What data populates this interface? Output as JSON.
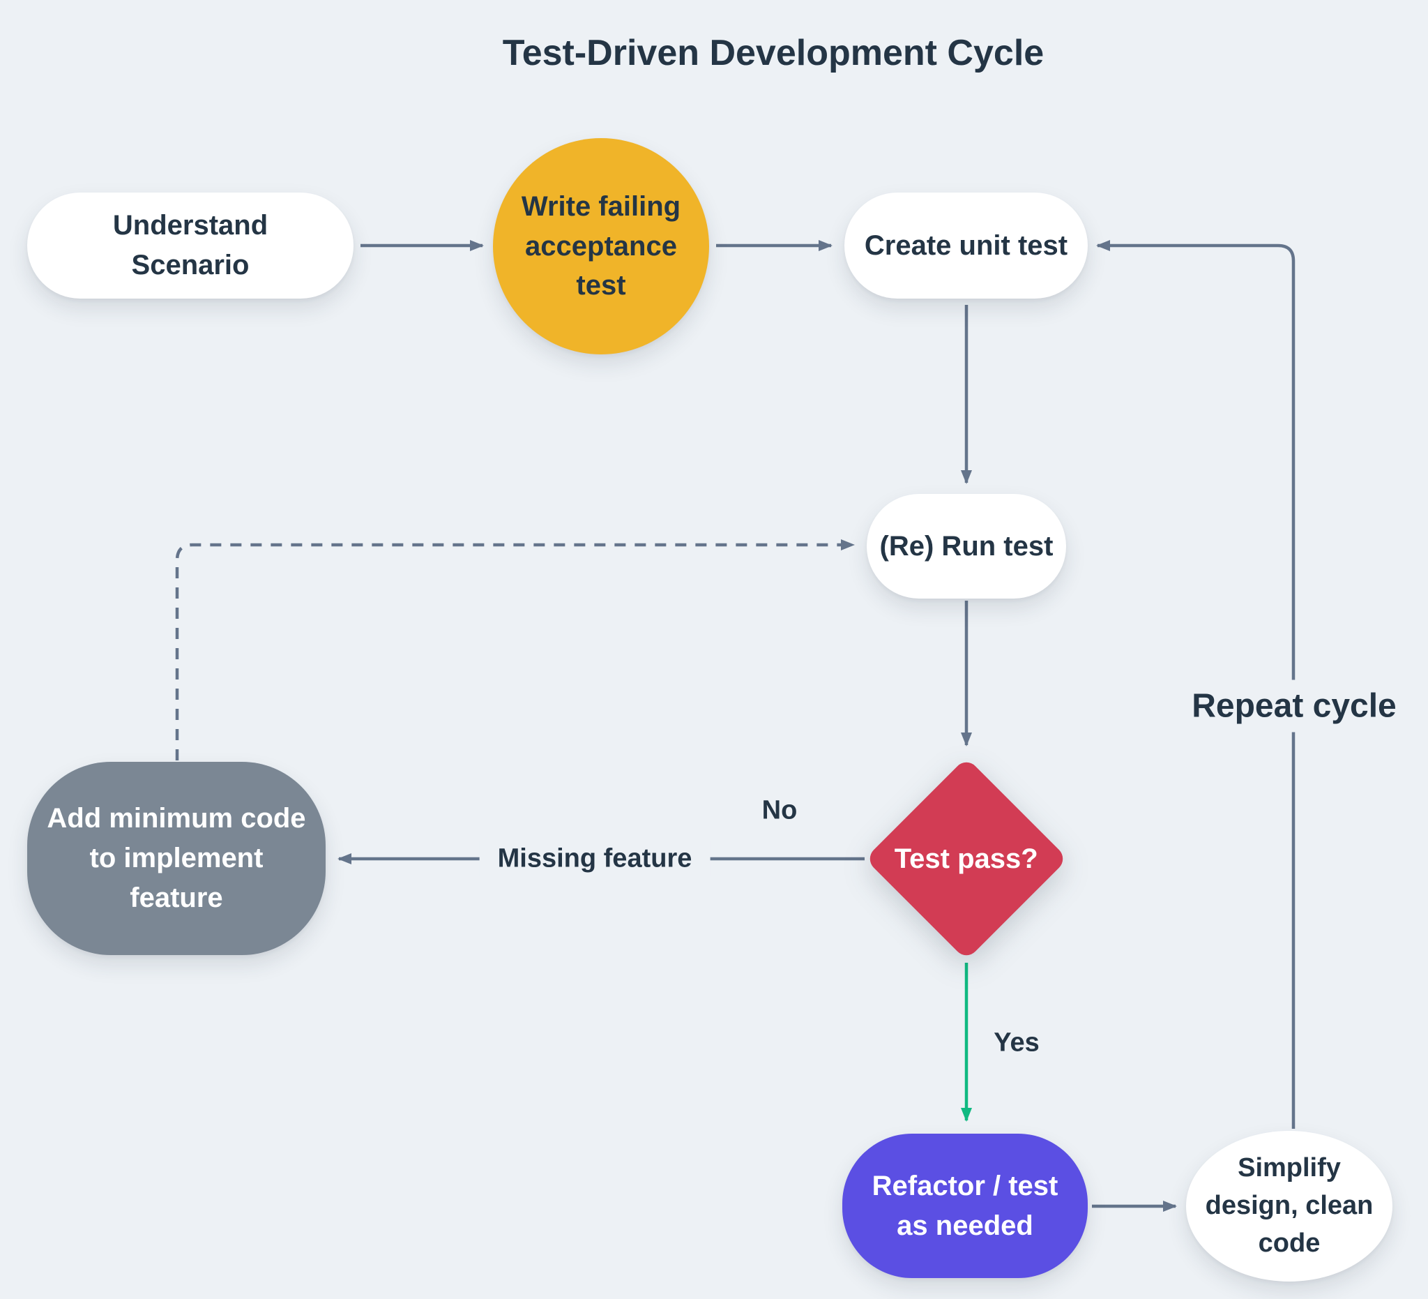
{
  "title": "Test-Driven Development Cycle",
  "nodes": {
    "understand_scenario": {
      "label": "Understand\nScenario",
      "fill": "#ffffff"
    },
    "write_failing_acceptance_test": {
      "label": "Write failing\nacceptance\ntest",
      "fill": "#f0b429"
    },
    "create_unit_test": {
      "label": "Create unit test",
      "fill": "#ffffff"
    },
    "rerun_test": {
      "label": "(Re) Run test",
      "fill": "#ffffff"
    },
    "test_pass": {
      "label": "Test pass?",
      "fill": "#d23c54"
    },
    "add_minimum_code": {
      "label": "Add minimum code\nto implement\nfeature",
      "fill": "#7b8794"
    },
    "refactor_test": {
      "label": "Refactor / test\nas needed",
      "fill": "#5b4fe3"
    },
    "simplify_design": {
      "label": "Simplify\ndesign, clean\ncode",
      "fill": "#ffffff"
    }
  },
  "edge_labels": {
    "no": "No",
    "missing_feature": "Missing feature",
    "yes": "Yes",
    "repeat_cycle": "Repeat cycle"
  },
  "colors": {
    "background": "#edf1f5",
    "arrow": "#64748b",
    "arrow_yes": "#10b981",
    "text_dark": "#243545",
    "text_light": "#ffffff"
  }
}
